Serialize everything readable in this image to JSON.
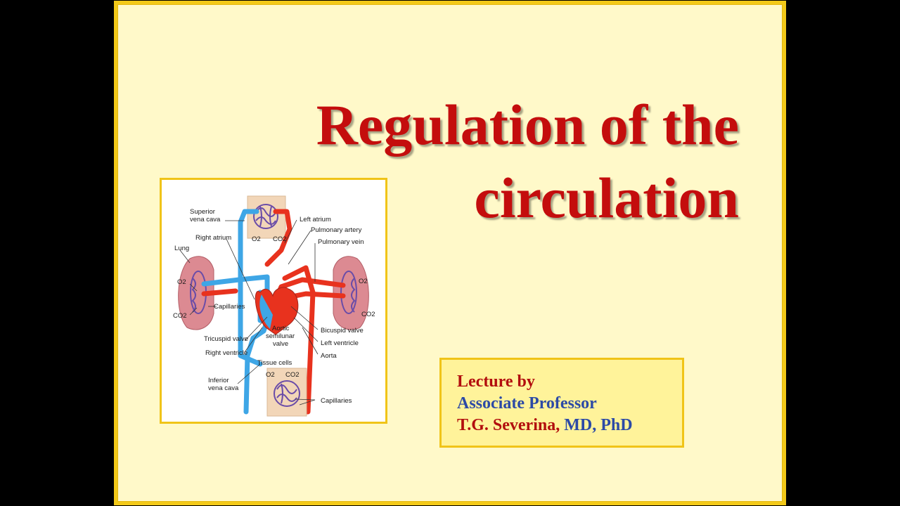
{
  "slide": {
    "title_line1": "Regulation of the",
    "title_line2": "circulation"
  },
  "credit": {
    "line1": "Lecture by",
    "line2": "Associate Professor",
    "line3_name": "T.G. Severina, ",
    "line3_degrees": "MD, PhD"
  },
  "diagram": {
    "labels": {
      "superior_vena_cava_1": "Superior",
      "superior_vena_cava_2": "vena cava",
      "right_atrium": "Right atrium",
      "lung": "Lung",
      "o2_left": "O2",
      "co2_left": "CO2",
      "capillaries_lung": "Capillaries",
      "tricuspid_valve": "Tricuspid valve",
      "right_ventricle": "Right ventricle",
      "inferior_vena_cava_1": "Inferior",
      "inferior_vena_cava_2": "vena cava",
      "left_atrium": "Left atrium",
      "pulmonary_artery": "Pulmonary artery",
      "pulmonary_vein": "Pulmonary vein",
      "o2_right": "O2",
      "co2_right": "CO2",
      "o2_top": "O2",
      "co2_top": "CO2",
      "aortic_1": "Aortic",
      "aortic_2": "semilunar",
      "aortic_3": "valve",
      "bicuspid_valve": "Bicuspid valve",
      "left_ventricle": "Left ventricle",
      "aorta": "Aorta",
      "tissue_cells": "Tissue cells",
      "o2_bottom": "O2",
      "co2_bottom": "CO2",
      "capillaries_tissue": "Capillaries"
    },
    "colors": {
      "oxygenated": "#e8321e",
      "deoxygenated": "#3ea6e6",
      "capillary": "#6a4ca8",
      "lung": "#dc8a92",
      "tissue": "#f2d6b8"
    }
  }
}
